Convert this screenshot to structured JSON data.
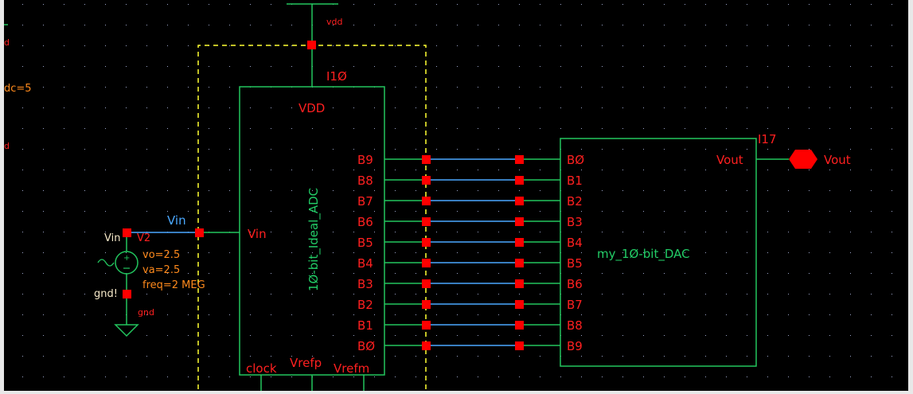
{
  "app": {
    "type": "schematic-editor"
  },
  "colors": {
    "background": "#000000",
    "grid_dot": "#9aa3c8",
    "wire_green": "#22c55e",
    "wire_blue": "#4aa8ff",
    "pin_red": "#ff0000",
    "label_red": "#ff2020",
    "param_orange": "#ff8a1c",
    "net_label_blue": "#4aa8ff",
    "instance_name_green": "#22cc66",
    "selection_dashed": "#ffff33",
    "cream_text": "#f5e8c8"
  },
  "left_edge_labels": [
    {
      "id": "edge-d-top",
      "text": "d",
      "color": "red"
    },
    {
      "id": "edge-dc",
      "text": "dc=5",
      "color": "orange"
    },
    {
      "id": "edge-d-bottom",
      "text": "d",
      "color": "red"
    }
  ],
  "vdd": {
    "net_label": "vdd"
  },
  "adc": {
    "instance": "I10",
    "cell_name": "10-bit_Ideal_ADC",
    "top_pin": "VDD",
    "left_pin": "Vin",
    "right_pins": [
      "B9",
      "B8",
      "B7",
      "B6",
      "B5",
      "B4",
      "B3",
      "B2",
      "B1",
      "B0"
    ],
    "bottom_pins": [
      "clock",
      "Vrefp",
      "Vrefm"
    ]
  },
  "source": {
    "instance": "V2",
    "pos_net": "Vin",
    "neg_net": "gnd!",
    "params": [
      "vo=2.5",
      "va=2.5",
      "freq=2 MEG"
    ],
    "ground_label": "gnd"
  },
  "vin_net_label": "Vin",
  "dac": {
    "instance": "I17",
    "cell_name": "my_10-bit_DAC",
    "left_pins": [
      "B0",
      "B1",
      "B2",
      "B3",
      "B4",
      "B5",
      "B6",
      "B7",
      "B8",
      "B9"
    ],
    "right_pin": "Vout"
  },
  "output_pin": {
    "label": "Vout"
  }
}
